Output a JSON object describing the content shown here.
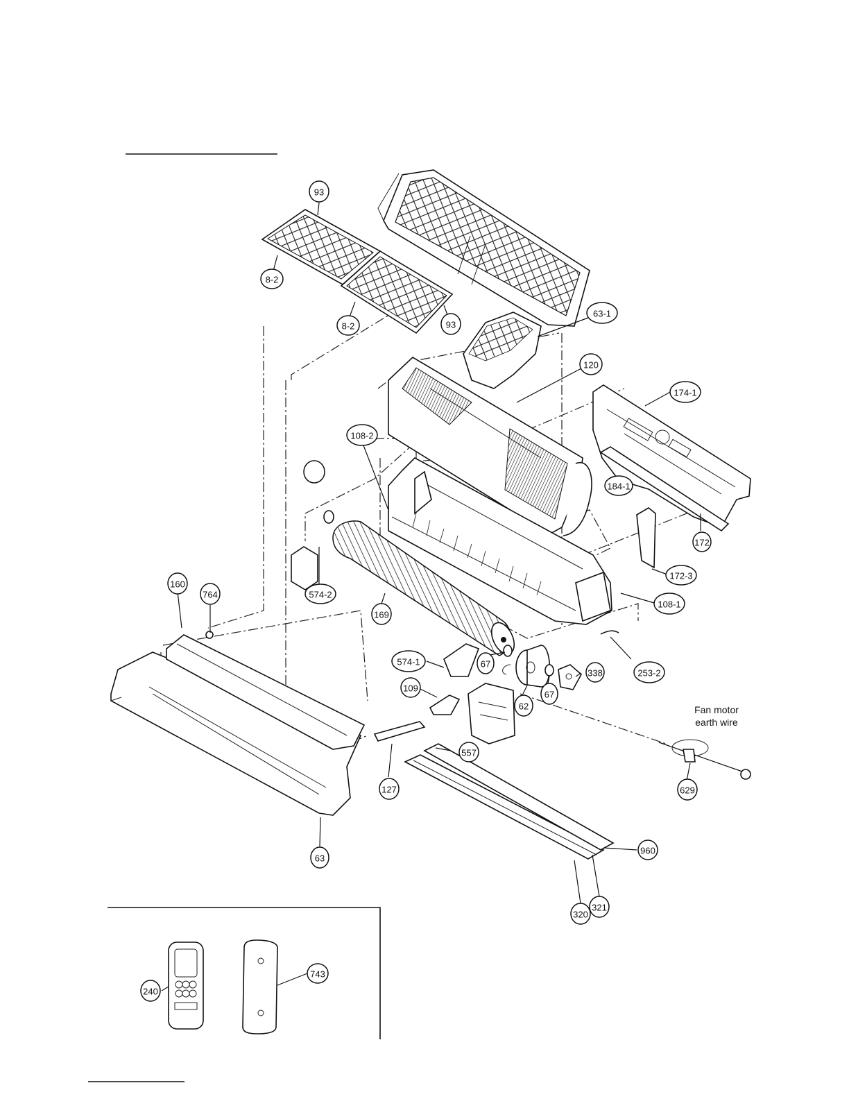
{
  "callouts": [
    {
      "id": "c93a",
      "label": "93"
    },
    {
      "id": "c82a",
      "label": "8-2"
    },
    {
      "id": "c82b",
      "label": "8-2"
    },
    {
      "id": "c93b",
      "label": "93"
    },
    {
      "id": "c631",
      "label": "63-1"
    },
    {
      "id": "c120",
      "label": "120"
    },
    {
      "id": "c1741",
      "label": "174-1"
    },
    {
      "id": "c1082",
      "label": "108-2"
    },
    {
      "id": "c1841",
      "label": "184-1"
    },
    {
      "id": "c172",
      "label": "172"
    },
    {
      "id": "c1723",
      "label": "172-3"
    },
    {
      "id": "c5742",
      "label": "574-2"
    },
    {
      "id": "c1081",
      "label": "108-1"
    },
    {
      "id": "c160",
      "label": "160"
    },
    {
      "id": "c764",
      "label": "764"
    },
    {
      "id": "c169",
      "label": "169"
    },
    {
      "id": "c5741",
      "label": "574-1"
    },
    {
      "id": "c67a",
      "label": "67"
    },
    {
      "id": "c2532",
      "label": "253-2"
    },
    {
      "id": "c338",
      "label": "338"
    },
    {
      "id": "c109",
      "label": "109"
    },
    {
      "id": "c62",
      "label": "62"
    },
    {
      "id": "c67b",
      "label": "67"
    },
    {
      "id": "c557",
      "label": "557"
    },
    {
      "id": "c127",
      "label": "127"
    },
    {
      "id": "c629",
      "label": "629"
    },
    {
      "id": "c63",
      "label": "63"
    },
    {
      "id": "c960",
      "label": "960"
    },
    {
      "id": "c320",
      "label": "320"
    },
    {
      "id": "c321",
      "label": "321"
    },
    {
      "id": "c240",
      "label": "240"
    },
    {
      "id": "c743",
      "label": "743"
    },
    {
      "id": "cblank",
      "label": ""
    }
  ],
  "note": {
    "line1": "Fan motor",
    "line2": "earth wire"
  }
}
